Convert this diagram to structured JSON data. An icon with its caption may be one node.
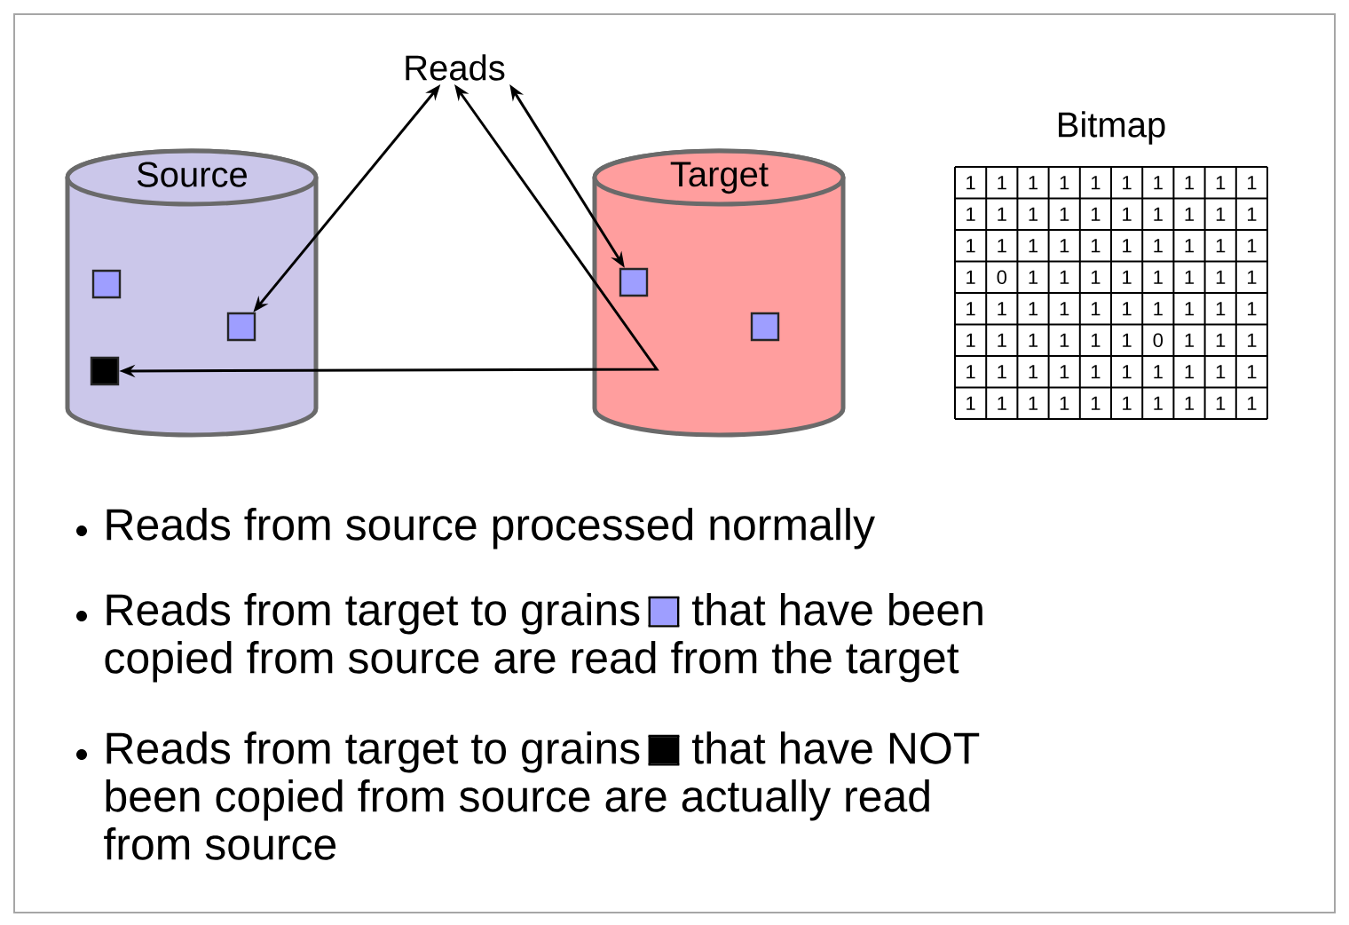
{
  "diagram": {
    "nodes": [
      {
        "text": [
          "Reads"
        ]
      },
      {
        "text": [
          "Source"
        ]
      },
      {
        "text": [
          "Target"
        ]
      },
      {
        "text": [],
        "shape": "box",
        "in": 1
      },
      {
        "text": [],
        "shape": "box",
        "in": 1
      },
      {
        "text": [],
        "shape": "box",
        "in": 1
      },
      {
        "text": [],
        "shape": "box",
        "in": 2
      },
      {
        "text": [],
        "shape": "box",
        "in": 2
      }
    ],
    "edges": [
      {
        "from": 0,
        "to": 4,
        "arrow": "both"
      },
      {
        "from": 0,
        "to": 6,
        "arrow": "both"
      },
      {
        "from": 0,
        "to": 5,
        "arrow": "both"
      }
    ],
    "labels": [
      "Bitmap",
      "1",
      "1",
      "1",
      "1",
      "1",
      "1",
      "1",
      "1",
      "1",
      "1",
      "1",
      "1",
      "1",
      "1",
      "1",
      "1",
      "1",
      "1",
      "1",
      "1",
      "1",
      "1",
      "1",
      "1",
      "1",
      "1",
      "1",
      "1",
      "1",
      "1",
      "1",
      "0",
      "1",
      "1",
      "1",
      "1",
      "1",
      "1",
      "1",
      "1",
      "1",
      "1",
      "1",
      "1",
      "1",
      "1",
      "1",
      "1",
      "1",
      "1",
      "1",
      "1",
      "1",
      "1",
      "1",
      "1",
      "0",
      "1",
      "1",
      "1",
      "1",
      "1",
      "1",
      "1",
      "1",
      "1",
      "1",
      "1",
      "1",
      "1",
      "1",
      "1",
      "1",
      "1",
      "1",
      "1",
      "1",
      "1",
      "1",
      "1",
      "Reads from source processed normally",
      "Reads from target to grains",
      "that have been copied from source are read from the target",
      "Reads from target to grains",
      "that have NOT been copied from source are actually read from source"
    ]
  }
}
